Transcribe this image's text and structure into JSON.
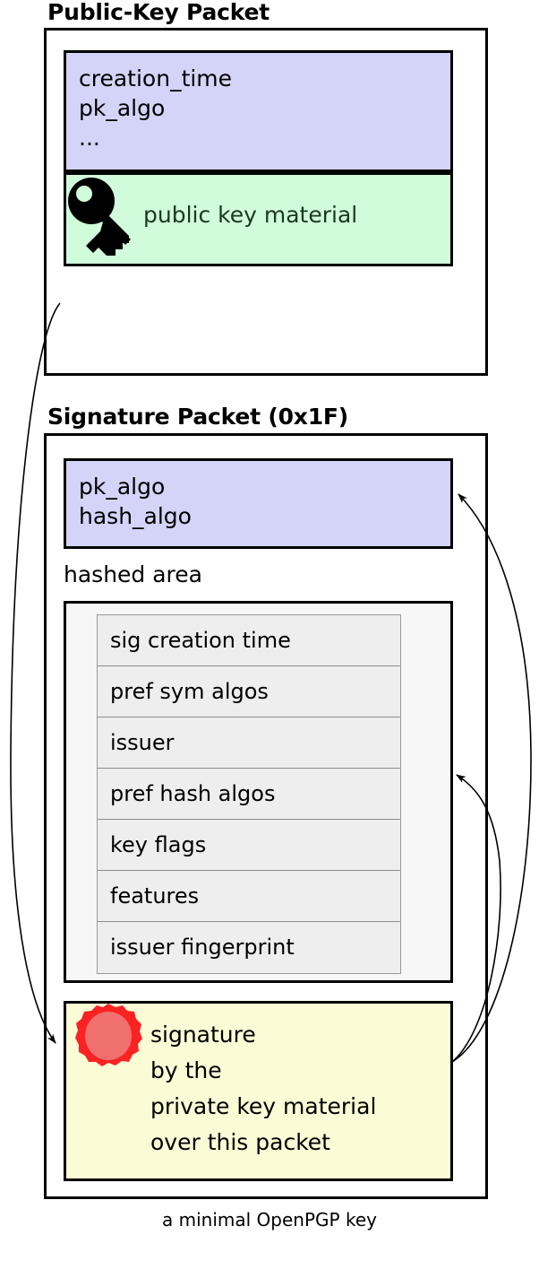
{
  "diagram": {
    "caption": "a minimal OpenPGP key",
    "colors": {
      "header_fill": "#d4d4f8",
      "key_material_fill": "#d1fcdc",
      "signature_fill": "#fbfbd6",
      "hashed_area_fill": "#f7f7f7",
      "subpacket_fill": "#eeeeee",
      "seal_ring": "#fa2222",
      "seal_core": "#f07070",
      "stroke": "#000000"
    }
  },
  "public_key_packet": {
    "title": "Public-Key Packet",
    "header_fields": "creation_time\npk_algo\n...",
    "key_material_label": "public key material",
    "key_icon_name": "key-icon"
  },
  "signature_packet": {
    "title": "Signature Packet (0x1F)",
    "header_fields": "pk_algo\nhash_algo",
    "hashed_area_label": "hashed area",
    "subpackets": [
      "sig creation time",
      "pref sym algos",
      "issuer",
      "pref hash algos",
      "key flags",
      "features",
      "issuer fingerprint"
    ],
    "signature_text": "signature\nby the\nprivate key material\nover this packet",
    "seal_icon_name": "wax-seal-icon"
  },
  "arrows": [
    {
      "name": "public-key-to-signature",
      "from": "public-key-packet",
      "to": "signature-block",
      "description": "private key material signs the packet"
    },
    {
      "name": "signature-covers-header",
      "from": "signature-block",
      "to": "signature-header-box",
      "description": "signature covers pk_algo / hash_algo"
    },
    {
      "name": "signature-covers-hashed-area",
      "from": "signature-block",
      "to": "hashed-area",
      "description": "signature covers the hashed area"
    }
  ]
}
